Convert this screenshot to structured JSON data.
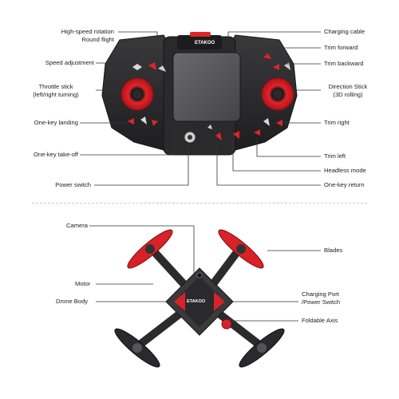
{
  "controller": {
    "brand": "ETAKOO",
    "labels": {
      "high_speed_line1": "High-speed rotation",
      "high_speed_line2": "Round flight",
      "speed_adjustment": "Speed adjustment",
      "throttle_line1": "Throttle stick",
      "throttle_line2": "(left/right turning)",
      "one_key_landing": "One-key landing",
      "one_key_takeoff": "One-key take-off",
      "power_switch": "Power switch",
      "charging_cable": "Charging cable",
      "trim_forward": "Trim forward",
      "trim_backward": "Trim backward",
      "direction_line1": "Direction Stick",
      "direction_line2": "(3D rolling)",
      "trim_right": "Trim right",
      "trim_left": "Trim left",
      "headless_mode": "Headless mode",
      "one_key_return": "One-key return"
    }
  },
  "drone": {
    "brand": "ETAKOO",
    "labels": {
      "camera": "Camera",
      "motor": "Motor",
      "drone_body": "Drone Body",
      "blades": "Blades",
      "charging_line1": "Charging Port",
      "charging_line2": "/Power Switch",
      "foldable_axis": "Foldable Axis"
    }
  },
  "colors": {
    "accent_red": "#e0242a",
    "body_dark": "#2e2e30",
    "screen_gray": "#5a5a5c"
  }
}
